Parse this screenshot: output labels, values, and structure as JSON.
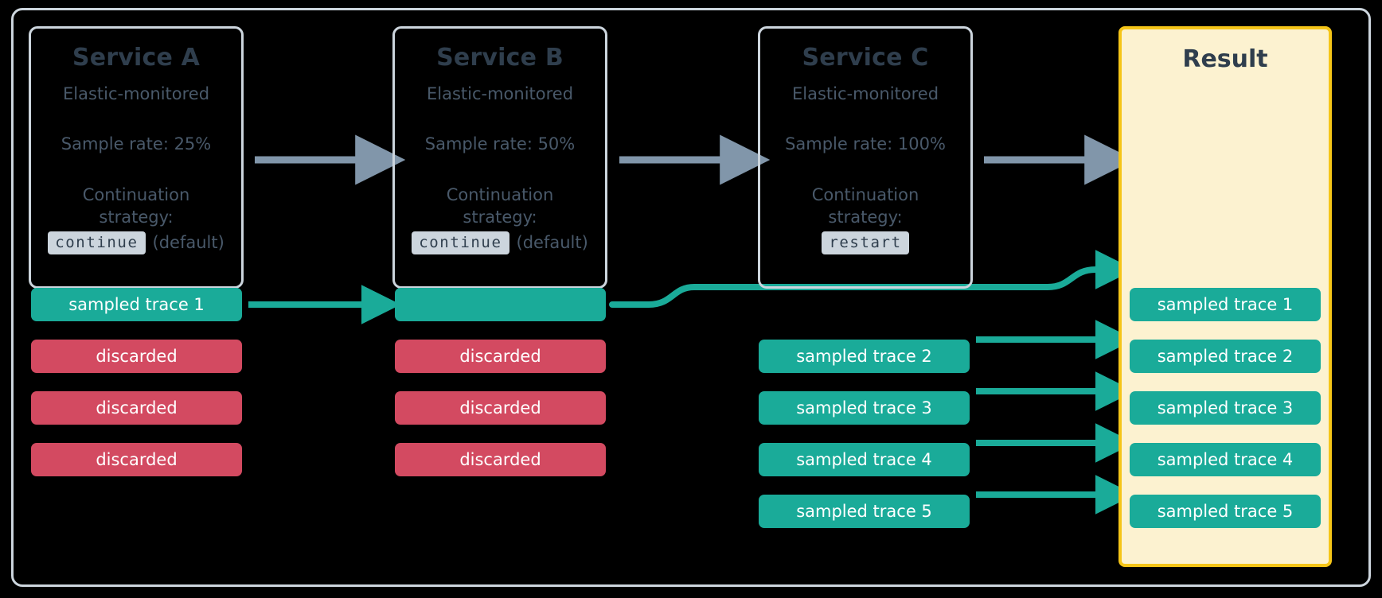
{
  "diagram": {
    "title": "Distributed tracing sample rate and continuation strategy flow",
    "colors": {
      "sampled": "#1aab99",
      "discarded": "#d34a61",
      "result_border": "#f5c518",
      "result_fill": "#fcf2d0",
      "card_border": "#ccd5dd",
      "text": "#2f3e4d",
      "gray_arrow": "#8196aa",
      "background": "#000000"
    }
  },
  "services": [
    {
      "name": "Service A",
      "monitored": "Elastic-monitored",
      "sample_rate": "Sample rate: 25%",
      "strategy_label_line1": "Continuation",
      "strategy_label_line2": "strategy:",
      "strategy_code": "continue",
      "strategy_note": "(default)"
    },
    {
      "name": "Service B",
      "monitored": "Elastic-monitored",
      "sample_rate": "Sample rate: 50%",
      "strategy_label_line1": "Continuation",
      "strategy_label_line2": "strategy:",
      "strategy_code": "continue",
      "strategy_note": "(default)"
    },
    {
      "name": "Service C",
      "monitored": "Elastic-monitored",
      "sample_rate": "Sample rate: 100%",
      "strategy_label_line1": "Continuation",
      "strategy_label_line2": "strategy:",
      "strategy_code": "restart",
      "strategy_note": ""
    }
  ],
  "result": {
    "title": "Result",
    "traces": [
      "sampled trace 1",
      "sampled trace 2",
      "sampled trace 3",
      "sampled trace 4",
      "sampled trace 5"
    ]
  },
  "columns": {
    "a": {
      "rows": [
        {
          "kind": "sampled",
          "label": "sampled trace 1"
        },
        {
          "kind": "discarded",
          "label": "discarded"
        },
        {
          "kind": "discarded",
          "label": "discarded"
        },
        {
          "kind": "discarded",
          "label": "discarded"
        }
      ]
    },
    "b": {
      "rows": [
        {
          "kind": "sampled",
          "label": ""
        },
        {
          "kind": "discarded",
          "label": "discarded"
        },
        {
          "kind": "discarded",
          "label": "discarded"
        },
        {
          "kind": "discarded",
          "label": "discarded"
        }
      ]
    },
    "c": {
      "rows": [
        {
          "kind": "sampled",
          "label": "sampled trace 2"
        },
        {
          "kind": "sampled",
          "label": "sampled trace 3"
        },
        {
          "kind": "sampled",
          "label": "sampled trace 4"
        },
        {
          "kind": "sampled",
          "label": "sampled trace 5"
        }
      ]
    }
  }
}
